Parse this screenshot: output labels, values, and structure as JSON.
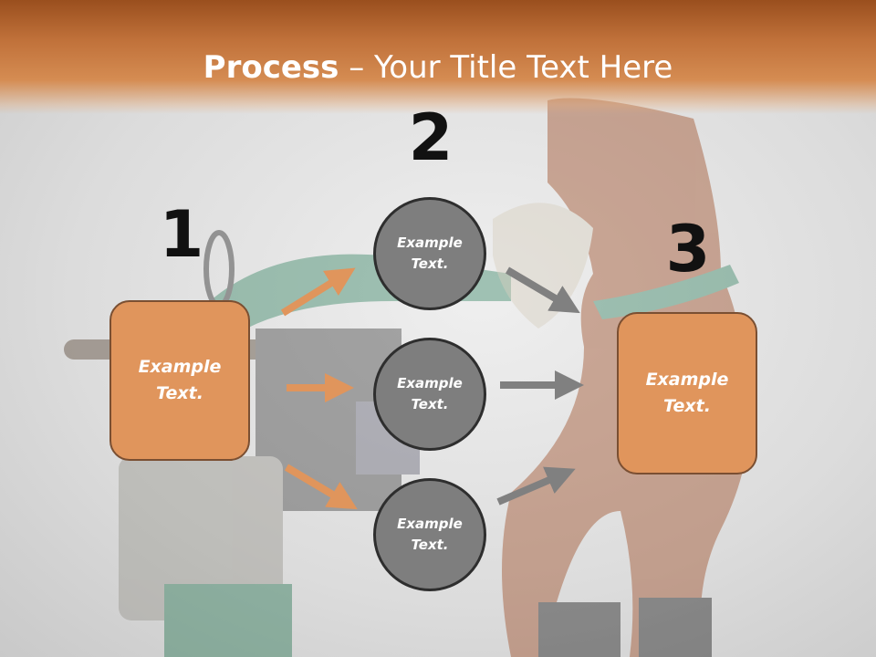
{
  "title": {
    "bold": "Process",
    "dash": " – ",
    "rest": "Your Title Text Here"
  },
  "steps": {
    "one": {
      "number": "1",
      "text": "Example Text."
    },
    "two": {
      "number": "2"
    },
    "three": {
      "number": "3",
      "text": "Example Text."
    }
  },
  "circles": [
    {
      "text": "Example Text."
    },
    {
      "text": "Example Text."
    },
    {
      "text": "Example Text."
    }
  ],
  "colors": {
    "header": "#c0713a",
    "box_fill": "#e0955c",
    "box_border": "#7a4f32",
    "circle_fill": "#7e7e7e",
    "circle_border": "#2e2e2e",
    "orange_arrow": "#e0955c",
    "gray_arrow": "#808080"
  },
  "background": {
    "image": "faded photo of a jumping jack tamper machine and a person"
  }
}
